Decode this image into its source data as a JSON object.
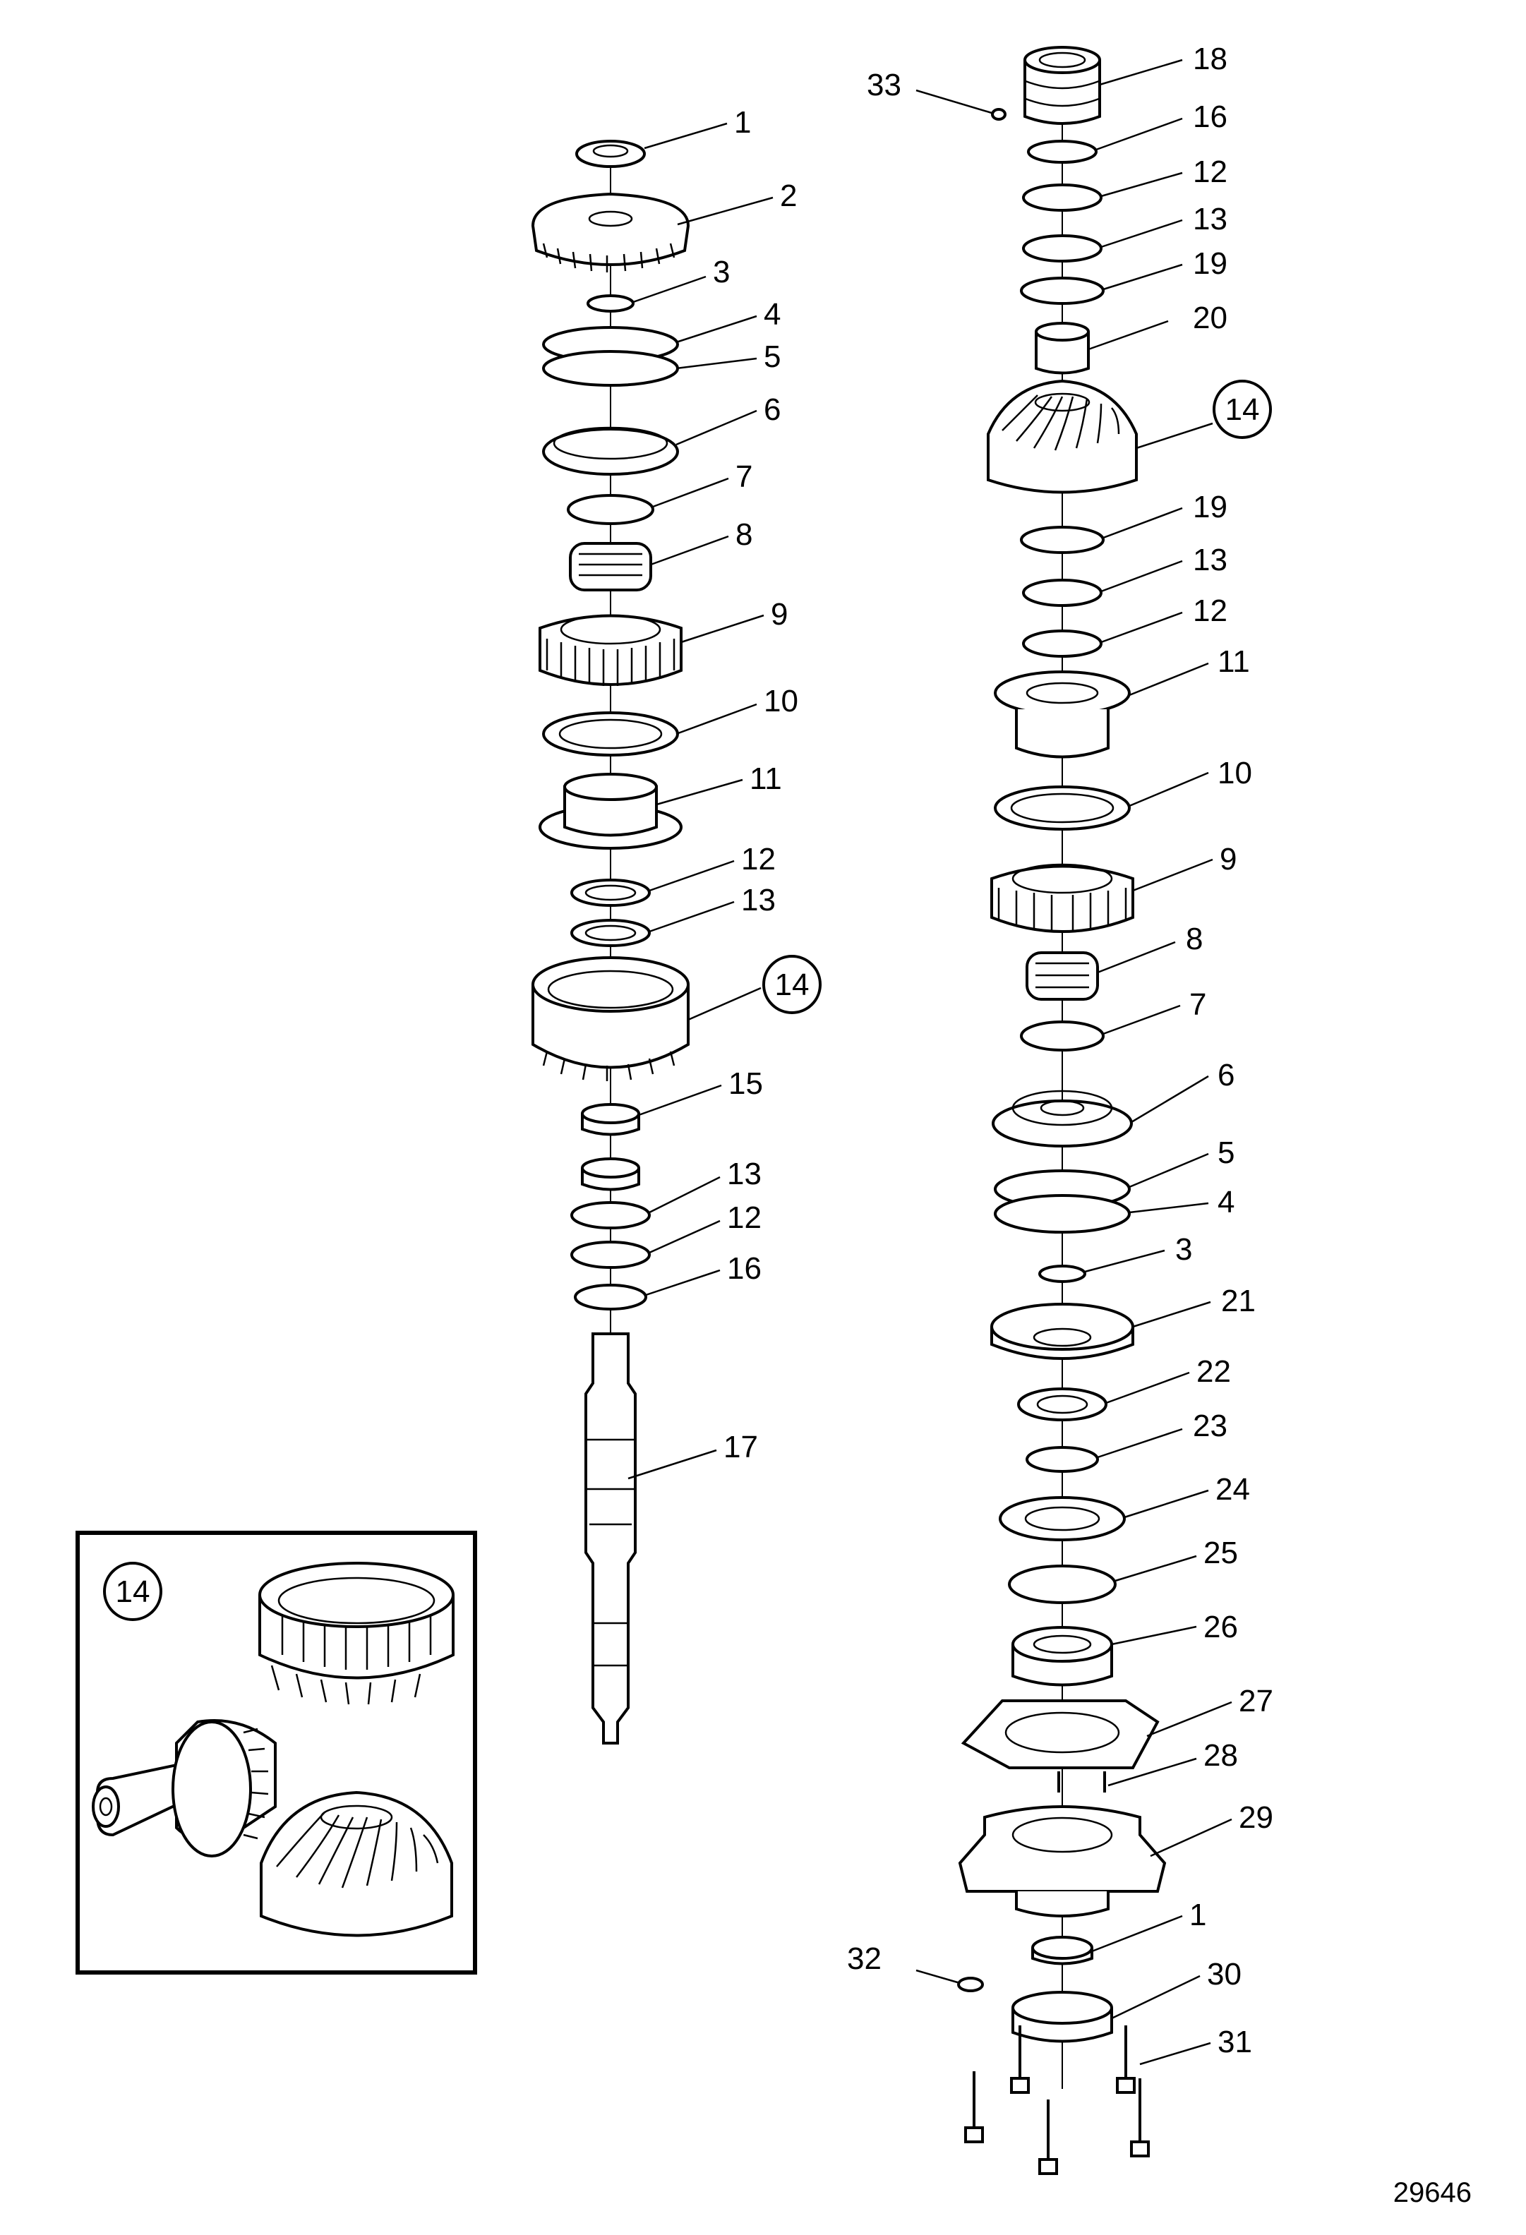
{
  "drawing_number": "29646",
  "inset_callout": "14",
  "left_column_labels": [
    "1",
    "2",
    "3",
    "4",
    "5",
    "6",
    "7",
    "8",
    "9",
    "10",
    "11",
    "12",
    "13",
    "14",
    "15",
    "13",
    "12",
    "16",
    "17"
  ],
  "right_column_labels": [
    "33",
    "18",
    "16",
    "12",
    "13",
    "19",
    "20",
    "14",
    "19",
    "13",
    "12",
    "11",
    "10",
    "9",
    "8",
    "7",
    "6",
    "5",
    "4",
    "3",
    "21",
    "22",
    "23",
    "24",
    "25",
    "26",
    "27",
    "28",
    "29",
    "1",
    "32",
    "30",
    "31"
  ]
}
